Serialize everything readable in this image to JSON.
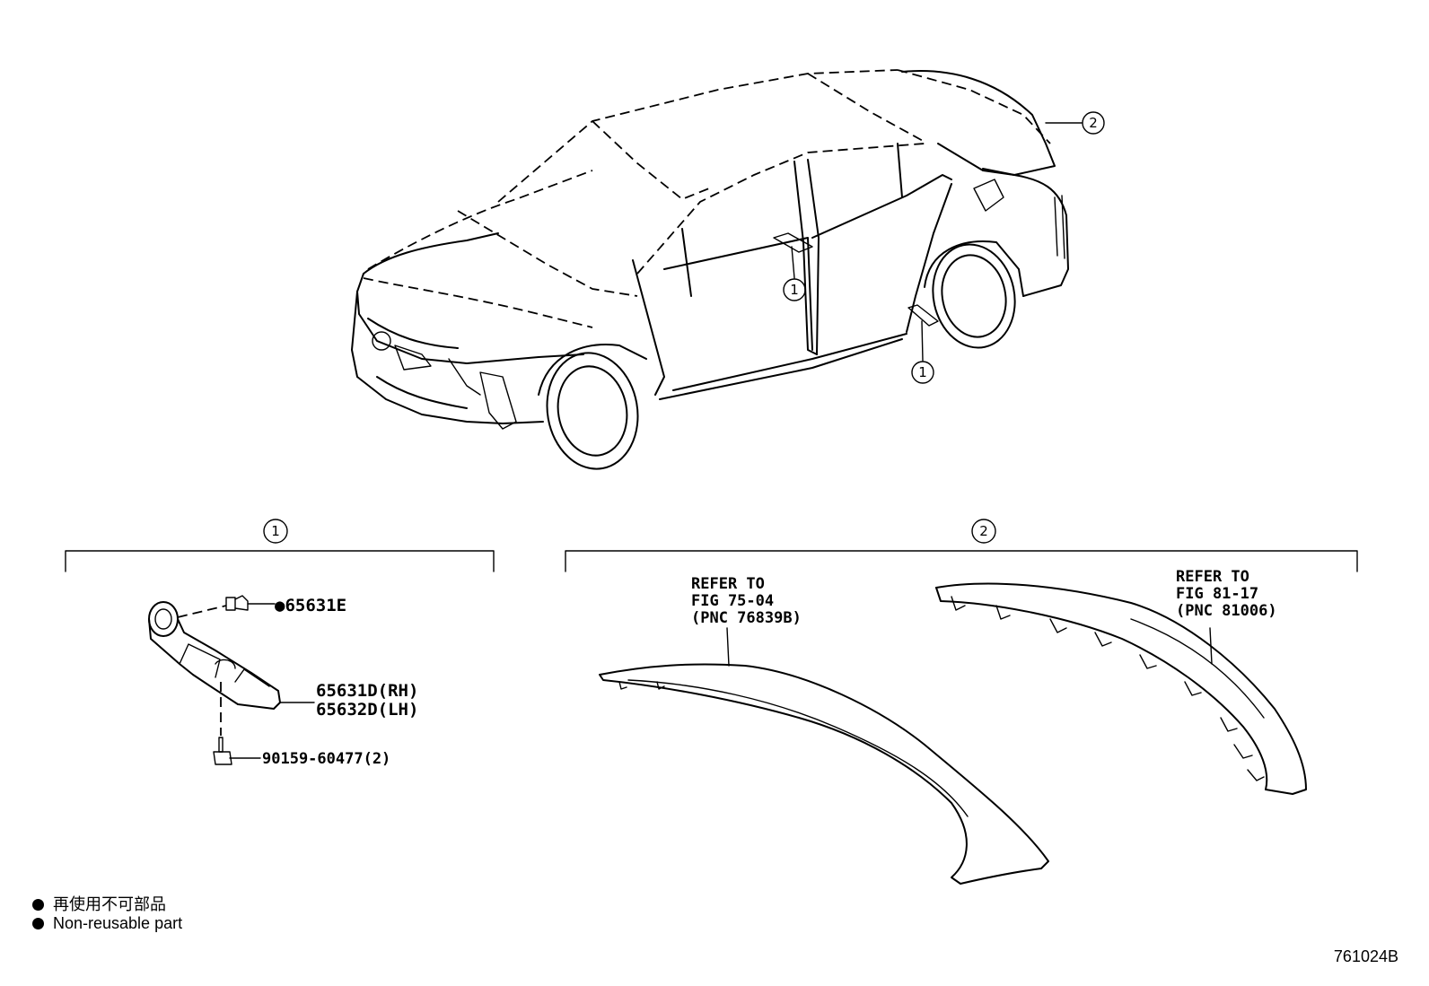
{
  "callouts": {
    "one": "1",
    "two": "2"
  },
  "group1": {
    "header": "1",
    "parts": [
      {
        "label": "●65631E"
      },
      {
        "label": "65631D(RH)"
      },
      {
        "label": "65632D(LH)"
      },
      {
        "label": "90159-60477(2)"
      }
    ]
  },
  "group2": {
    "header": "2",
    "ref_left": [
      "REFER TO",
      "FIG 75-04",
      "(PNC 76839B)"
    ],
    "ref_right": [
      "REFER TO",
      "FIG 81-17",
      "(PNC 81006)"
    ]
  },
  "legend": {
    "jp": "再使用不可部品",
    "en": "Non-reusable part"
  },
  "figure_id": "761024B",
  "icons": {
    "bullet": "filled-circle-icon",
    "callout": "circled-number-icon"
  }
}
